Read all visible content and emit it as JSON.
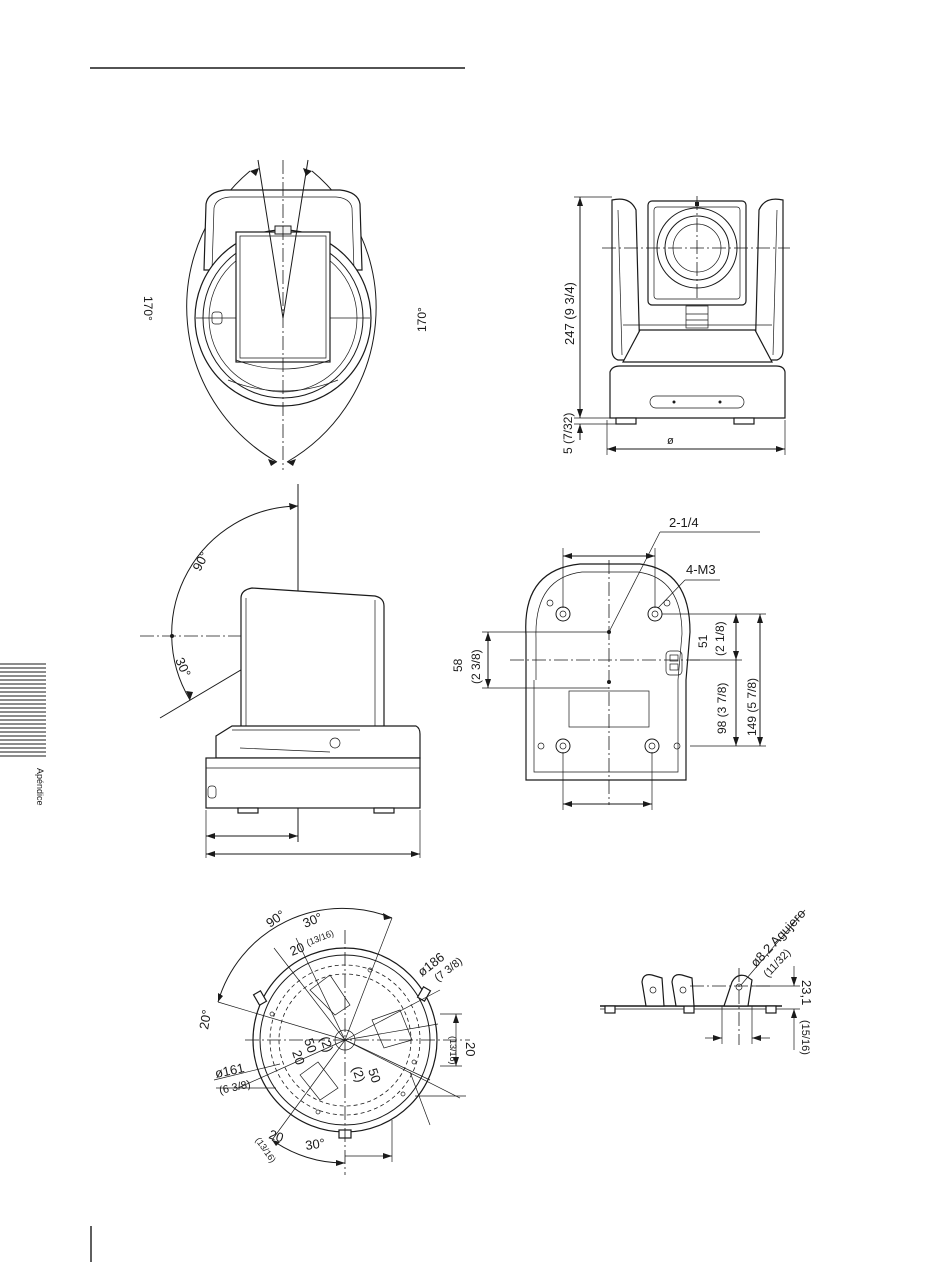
{
  "side_tab": {
    "label": "Apéndice"
  },
  "top_view": {
    "angle_left": "170°",
    "angle_right": "170°"
  },
  "front_view": {
    "height_label": "247 (9 3/4)",
    "foot_label": "5 (7/32)",
    "width_label": "ø"
  },
  "side_view": {
    "angle_top": "90°",
    "angle_bottom": "30°"
  },
  "bottom_view": {
    "hole_label": "2-1/4",
    "screw_label": "4-M3",
    "dim_58_label": "58",
    "dim_58_frac": "(2 3/8)",
    "dim_51_label": "51",
    "dim_51_frac": "(2 1/8)",
    "dim_98_label": "98 (3 7/8)",
    "dim_149_label": "149 (5 7/8)"
  },
  "plate_view": {
    "angle_90": "90°",
    "angle_30_top": "30°",
    "dim_20_top": "20",
    "frac_13_16_top": "(13/16)",
    "dia_186": "ø186",
    "frac_7_3_8": "(7 3/8)",
    "angle_20": "20°",
    "dia_161": "ø161",
    "frac_6_3_8": "(6 3/8)",
    "dim_20_mid": "20",
    "dim_50_left": "50",
    "dim_2_left": "(2)",
    "dim_2_right": "(2)",
    "dim_50_right": "50",
    "dim_20_right": "20",
    "frac_13_16_right": "(13/16)",
    "dim_20_bottom": "20",
    "frac_13_16_bottom": "(13/16)",
    "angle_30_bottom": "30°"
  },
  "bracket_view": {
    "hole_label": "ø8,2 Agujero",
    "hole_frac": "(11/32)",
    "height_label": "23,1",
    "height_frac": "(15/16)"
  }
}
